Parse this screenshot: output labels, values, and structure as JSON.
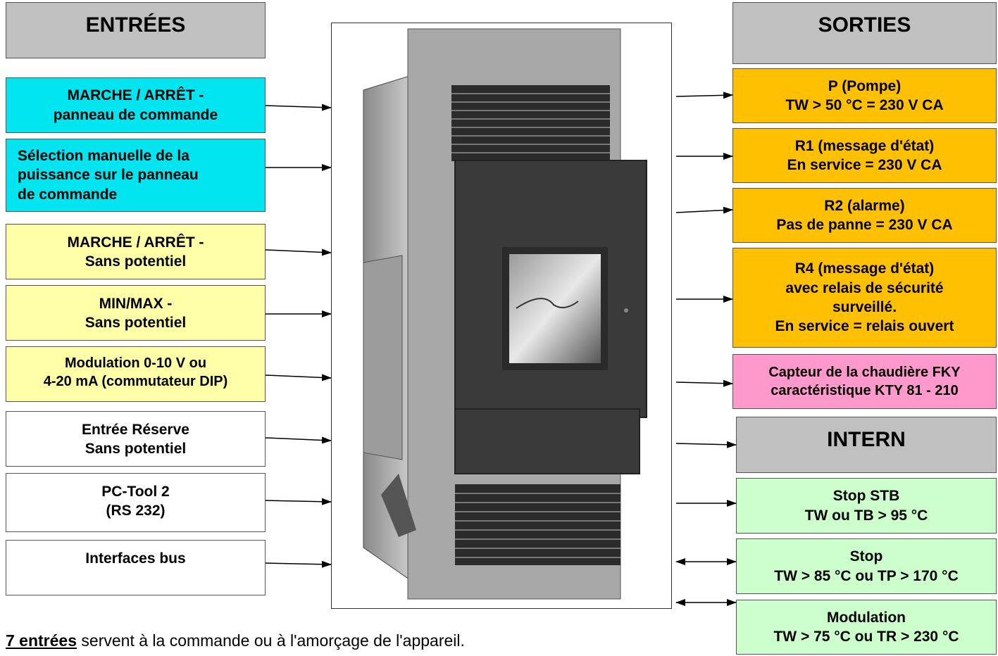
{
  "inputs_header": "ENTRÉES",
  "outputs_header": "SORTIES",
  "intern_header": "INTERN",
  "inputs": [
    {
      "lines": [
        "MARCHE / ARRÊT -",
        "panneau de commande"
      ]
    },
    {
      "lines": [
        "Sélection manuelle de la",
        "puissance sur le panneau",
        "de commande"
      ]
    },
    {
      "lines": [
        "MARCHE / ARRÊT -",
        "Sans potentiel"
      ]
    },
    {
      "lines": [
        "MIN/MAX -",
        "Sans potentiel"
      ]
    },
    {
      "lines": [
        "Modulation 0-10 V ou",
        "4-20 mA (commutateur DIP)"
      ]
    },
    {
      "lines": [
        "Entrée Réserve",
        "Sans potentiel"
      ]
    },
    {
      "lines": [
        "PC-Tool 2",
        "(RS 232)"
      ]
    },
    {
      "lines": [
        "Interfaces bus"
      ]
    }
  ],
  "outputs": [
    {
      "lines": [
        "P (Pompe)",
        "TW > 50 °C =  230 V CA"
      ]
    },
    {
      "lines": [
        "R1 (message d'état)",
        "En service =  230 V CA"
      ]
    },
    {
      "lines": [
        "R2 (alarme)",
        "Pas de panne = 230 V CA"
      ]
    },
    {
      "lines": [
        "R4 (message d'état)",
        "avec relais de sécurité",
        "surveillé.",
        "En service = relais ouvert"
      ]
    },
    {
      "lines": [
        "Capteur de la chaudière FKY",
        "caractéristique KTY 81 - 210"
      ]
    }
  ],
  "intern": [
    {
      "lines": [
        "Stop STB",
        "TW ou TB > 95 °C"
      ]
    },
    {
      "lines": [
        "Stop",
        "TW > 85 °C ou TP > 170 °C"
      ]
    },
    {
      "lines": [
        "Modulation",
        "TW > 75 °C ou TR > 230 °C"
      ]
    }
  ],
  "footnote": {
    "bold": "7 entrées",
    "rest": " servent à la commande ou à l'amorçage de l'appareil."
  },
  "colors": {
    "header": "#c0c0c0",
    "cyan": "#00e5f0",
    "yellow": "#ffffa8",
    "orange": "#ffc000",
    "pink": "#ff99cc",
    "green": "#ccffcc",
    "stove_frame": "#a8a8a8",
    "stove_dark": "#3a3a3a"
  }
}
